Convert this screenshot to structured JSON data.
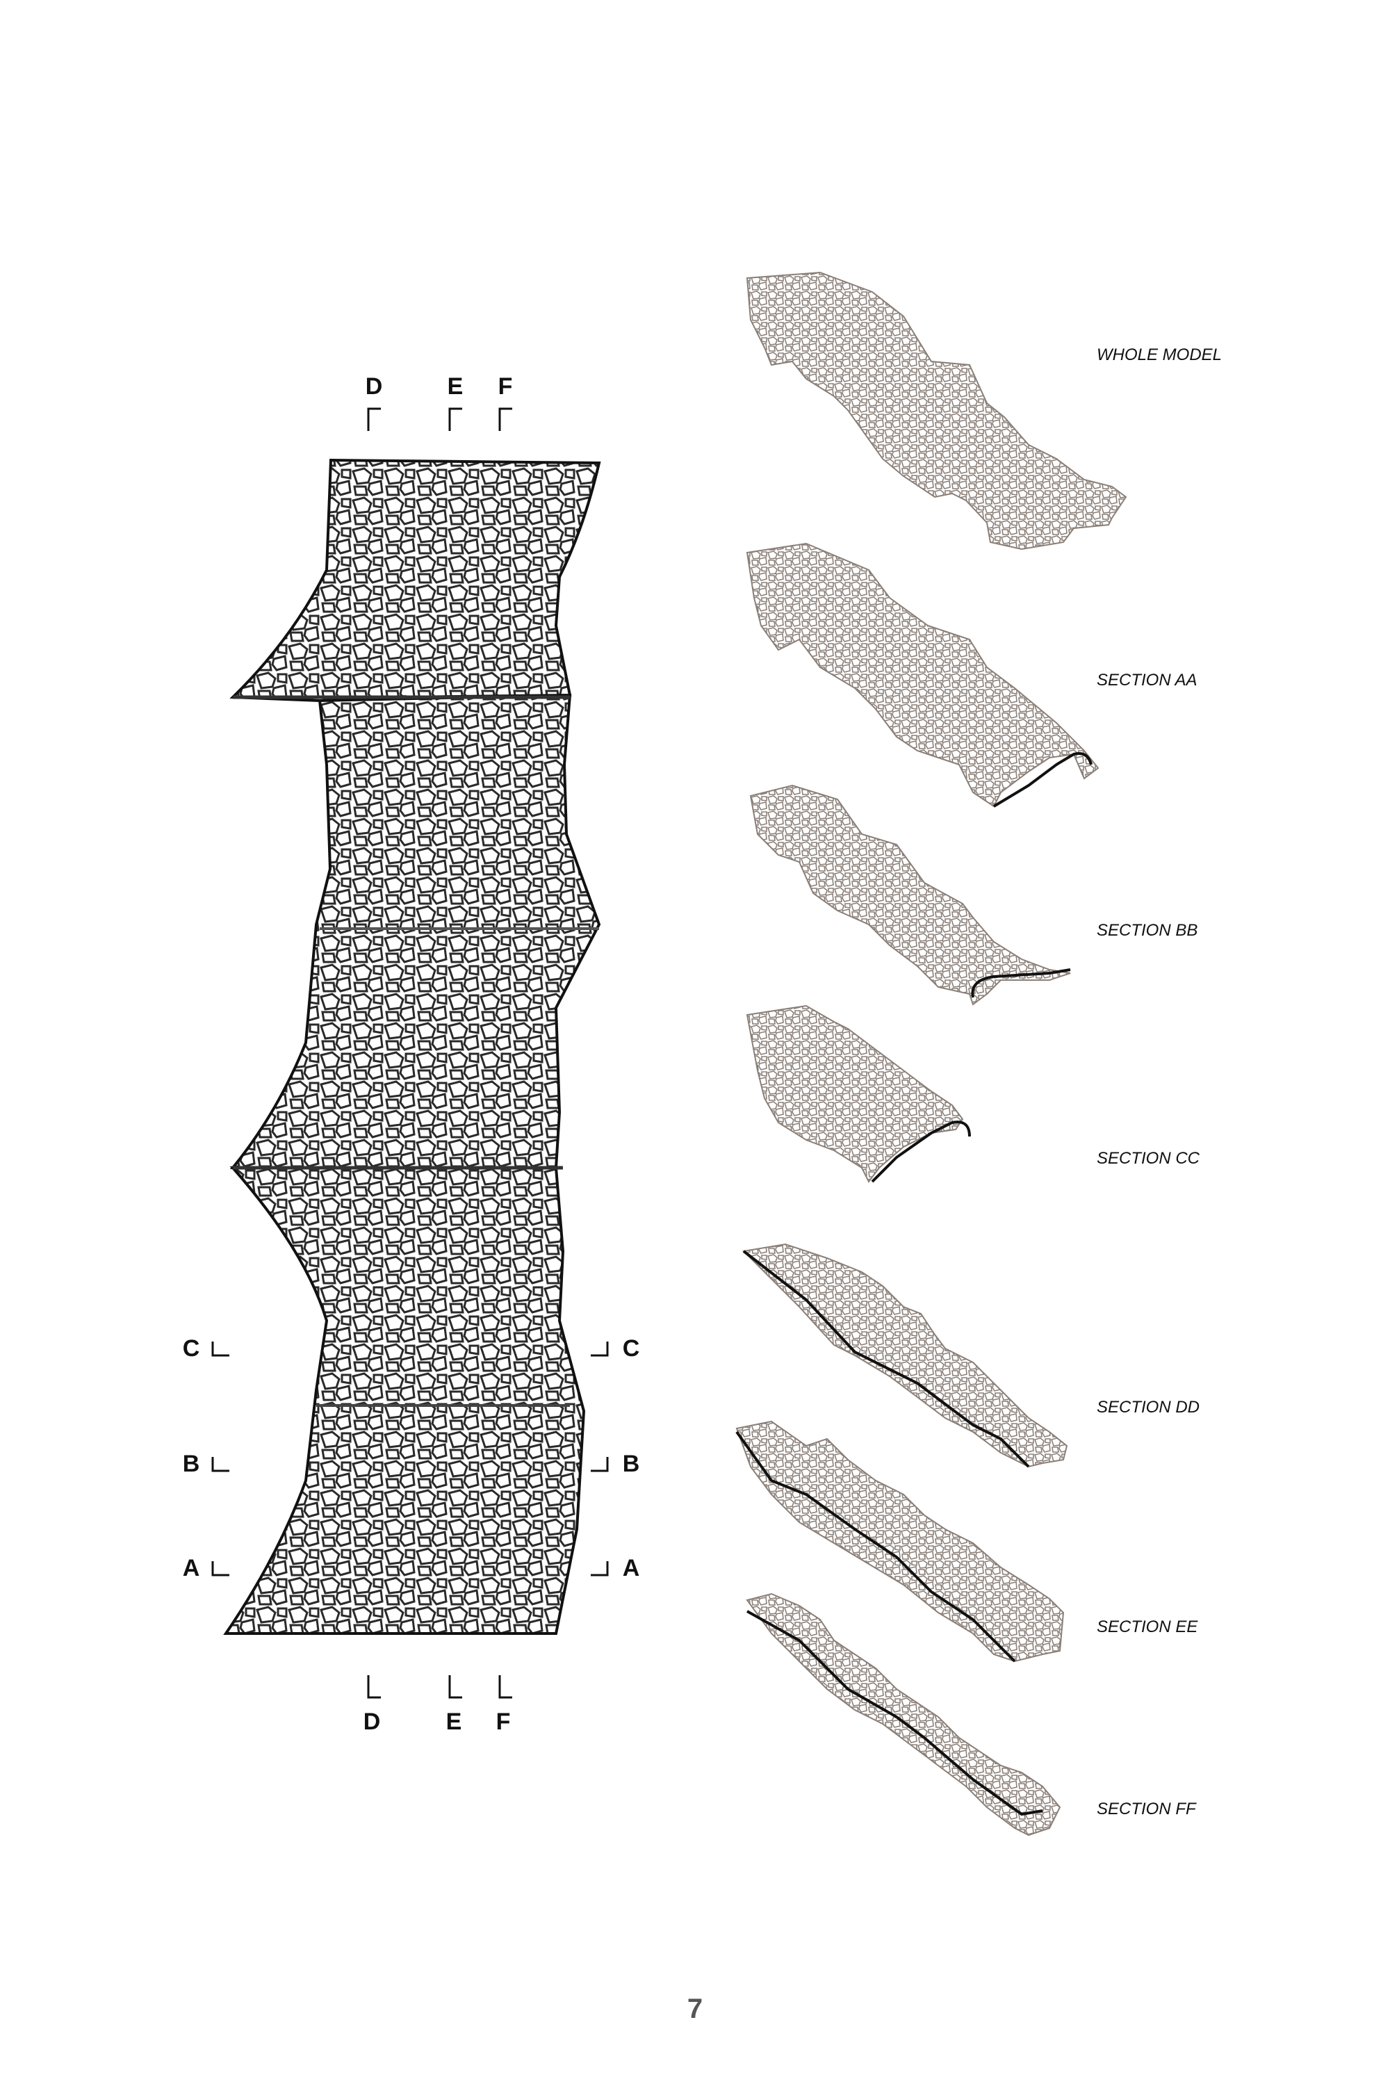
{
  "plan": {
    "top_markers": [
      "D",
      "E",
      "F"
    ],
    "bottom_markers": [
      "D",
      "E",
      "F"
    ],
    "left_markers": [
      "C",
      "B",
      "A"
    ],
    "right_markers": [
      "C",
      "B",
      "A"
    ]
  },
  "views": [
    {
      "label": "WHOLE MODEL"
    },
    {
      "label": "SECTION AA"
    },
    {
      "label": "SECTION BB"
    },
    {
      "label": "SECTION CC"
    },
    {
      "label": "SECTION DD"
    },
    {
      "label": "SECTION EE"
    },
    {
      "label": "SECTION FF"
    }
  ],
  "page_number": "7",
  "colors": {
    "outline": "#111111",
    "mesh_plan": "#2a2a2a",
    "mesh_view": "#8a7f78",
    "surface_fill": "#f2efec",
    "page_number": "#555555"
  }
}
